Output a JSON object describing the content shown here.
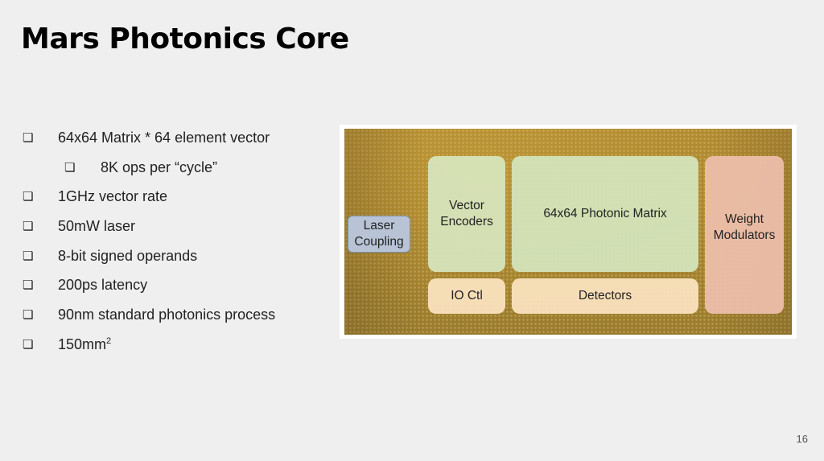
{
  "slide": {
    "title": "Mars Photonics Core",
    "page_number": "16"
  },
  "bullets": [
    {
      "text": "64x64 Matrix * 64 element vector",
      "level": 1
    },
    {
      "text": "8K ops per “cycle”",
      "level": 2
    },
    {
      "text": "1GHz vector rate",
      "level": 1
    },
    {
      "text": "50mW laser",
      "level": 1
    },
    {
      "text": "8-bit signed operands",
      "level": 1
    },
    {
      "text": "200ps latency",
      "level": 1
    },
    {
      "text": "90nm standard photonics process",
      "level": 1
    },
    {
      "text": "150mm",
      "superscript": "2",
      "level": 1
    }
  ],
  "bullet_icon": "checkbox-bullet-icon",
  "chip_diagram": {
    "laser_coupling": "Laser Coupling",
    "vector_encoders": "Vector Encoders",
    "photonic_matrix": "64x64 Photonic Matrix",
    "weight_modulators": "Weight Modulators",
    "io_ctl": "IO Ctl",
    "detectors": "Detectors",
    "colors": {
      "laser": "#b8c4d6",
      "encoders": "#d7e6be",
      "matrix": "#d4e6be",
      "weight": "#ecbeaa",
      "io": "#fae2be",
      "detectors": "#fae2be",
      "chip": "#a98630"
    }
  }
}
